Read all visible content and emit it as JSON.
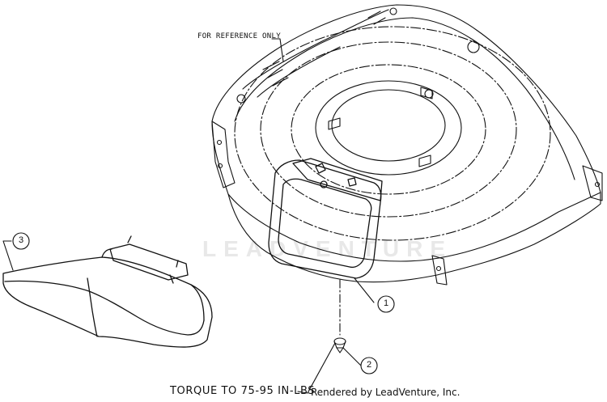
{
  "notes": {
    "reference": "FOR REFERENCE ONLY",
    "torque": "TORQUE TO 75-95 IN-LBS",
    "credit": "Rendered by LeadVenture, Inc.",
    "watermark": "LEADVENTURE"
  },
  "callouts": [
    {
      "number": "1",
      "part": "deflector-bracket"
    },
    {
      "number": "2",
      "part": "screw"
    },
    {
      "number": "3",
      "part": "side-discharge-chute"
    }
  ],
  "colors": {
    "line": "#111111",
    "watermark": "#e8e8e8"
  }
}
